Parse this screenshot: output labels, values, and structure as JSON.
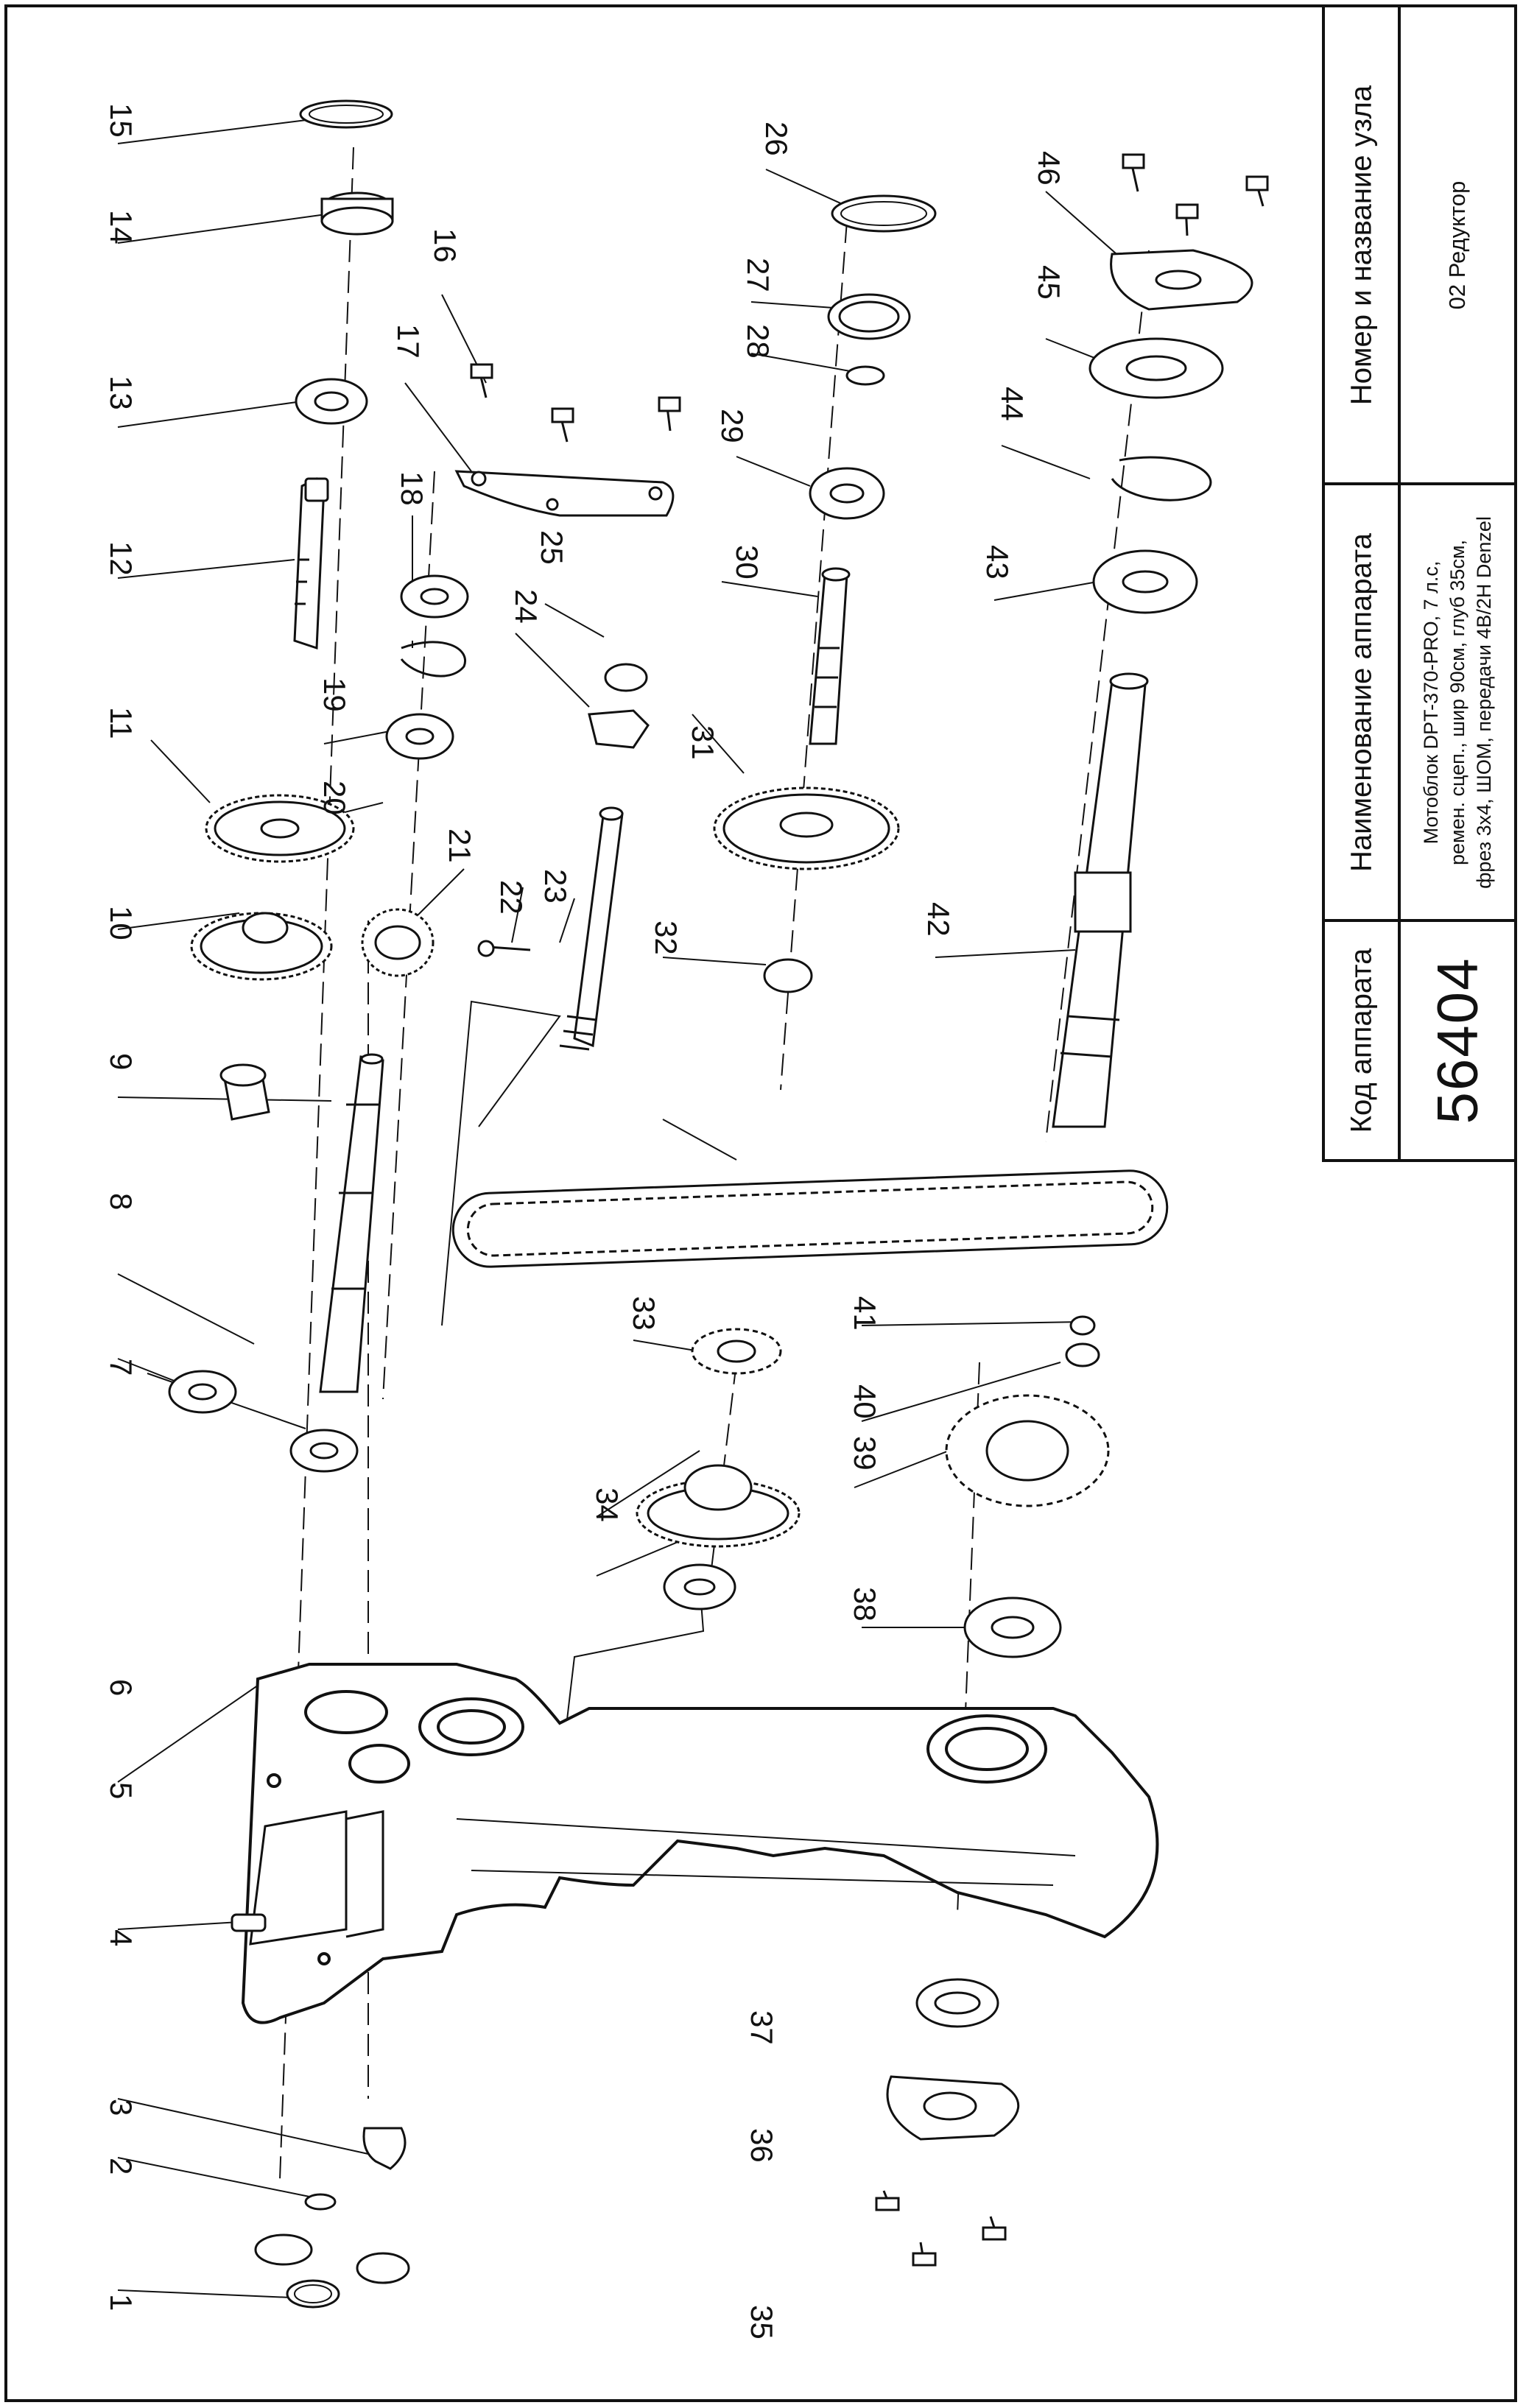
{
  "title_block": {
    "code_header": "Код аппарата",
    "code_value": "56404",
    "name_header": "Наименование аппарата",
    "name_lines": [
      "Мотоблок DPT-370-PRO, 7 л.с,",
      "ремен. сцеп., шир 90см, глуб 35см,",
      "фрез 3х4, ШОМ, передачи 4В/2Н Denzel"
    ],
    "node_header": "Номер и название узла",
    "node_value": "02 Редуктор"
  },
  "callouts": [
    "1",
    "2",
    "3",
    "4",
    "5",
    "6",
    "7",
    "8",
    "9",
    "10",
    "11",
    "12",
    "13",
    "14",
    "15",
    "16",
    "17",
    "18",
    "19",
    "20",
    "21",
    "22",
    "23",
    "24",
    "25",
    "26",
    "27",
    "28",
    "29",
    "30",
    "31",
    "32",
    "33",
    "34",
    "35",
    "36",
    "37",
    "38",
    "39",
    "40",
    "41",
    "42",
    "43",
    "44",
    "45",
    "46"
  ],
  "colors": {
    "line": "#111111",
    "background": "#ffffff"
  }
}
